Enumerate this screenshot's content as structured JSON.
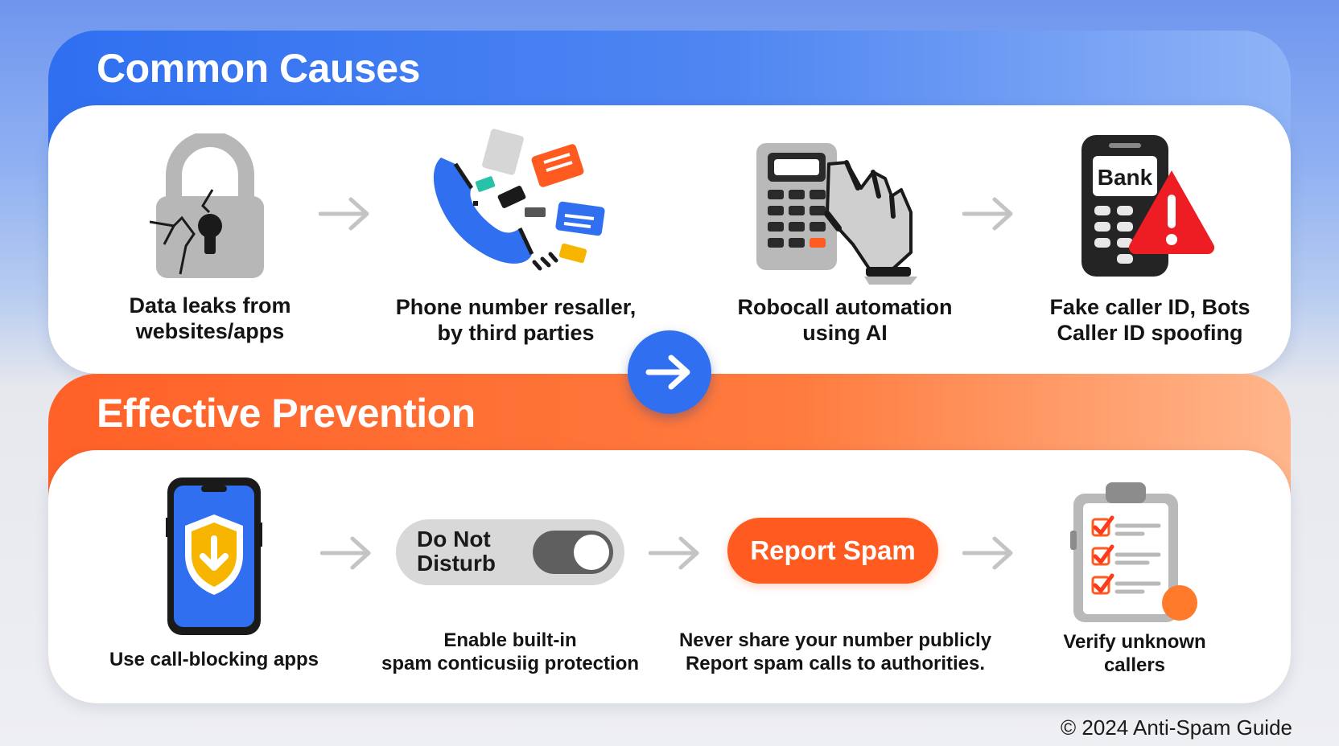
{
  "causes": {
    "title": "Common Causes",
    "items": [
      {
        "icon": "broken-lock-icon",
        "line1": "Data leaks from",
        "line2": "websites/apps"
      },
      {
        "icon": "phone-scatter-icon",
        "line1": "Phone number resaller,",
        "line2": "by third parties"
      },
      {
        "icon": "robot-dialer-icon",
        "line1": "Robocall automation",
        "line2": "using AI"
      },
      {
        "icon": "fake-bank-phone-icon",
        "line1": "Fake caller ID, Bots",
        "line2": "Caller ID spoofing",
        "badge": "Bank"
      }
    ]
  },
  "prevention": {
    "title": "Effective Prevention",
    "items": [
      {
        "icon": "shield-phone-icon",
        "line1": "Use call-blocking apps",
        "line2": ""
      },
      {
        "icon": "dnd-toggle",
        "line1": "Enable built-in",
        "line2": "spam conticusiig protection",
        "toggle_line1": "Do Not",
        "toggle_line2": "Disturb"
      },
      {
        "icon": "report-button",
        "line1": "Never share your number publicly",
        "line2": "Report spam calls to authorities.",
        "button_label": "Report Spam"
      },
      {
        "icon": "checklist-icon",
        "line1": "Verify unknown",
        "line2": "callers"
      }
    ]
  },
  "footer": "© 2024 Anti-Spam Guide",
  "colors": {
    "blue": "#2f6ff0",
    "orange": "#ff5a1f",
    "gray": "#b9b9b9",
    "dark": "#242424",
    "alert_red": "#ee1d24",
    "yellow": "#f7b500"
  }
}
